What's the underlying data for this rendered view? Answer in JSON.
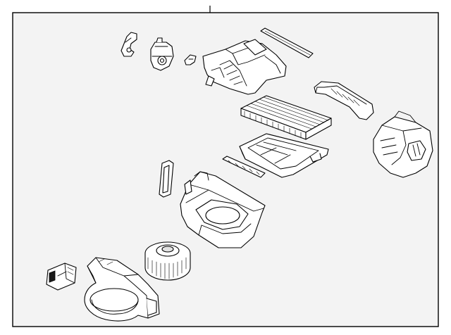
{
  "diagram": {
    "background": "#ffffff",
    "frame_fill": "#f3f3f3",
    "line_color": "#000000",
    "parts": [
      "lever-bracket",
      "actuator-motor",
      "clip",
      "intake-door-housing",
      "seal-strip",
      "cabin-filter",
      "filter-cover",
      "blend-door-housing",
      "filter-frame",
      "seal-gasket-strip",
      "o-ring-gasket",
      "blower-housing-upper",
      "blower-motor-fan",
      "blower-resistor",
      "blower-housing-lower"
    ]
  }
}
